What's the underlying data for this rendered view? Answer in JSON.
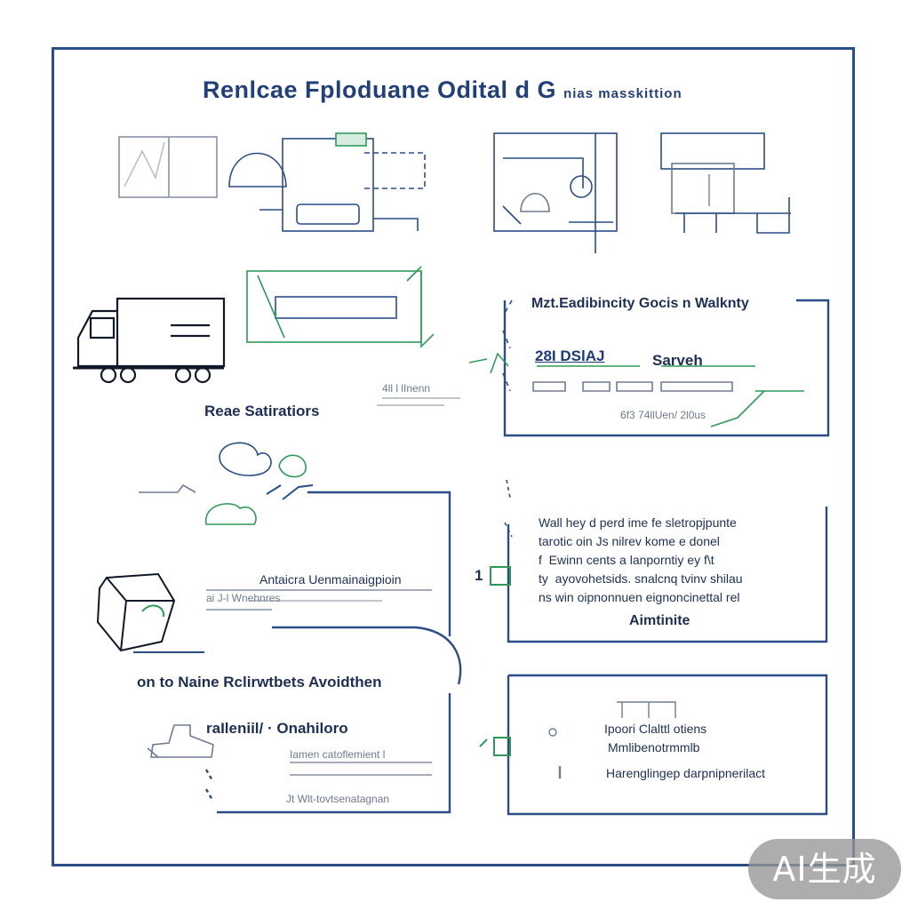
{
  "title": {
    "main": "Renlcae Fploduane Odital d G",
    "suffix": "nias masskittion"
  },
  "sections": {
    "rates_label": "Reae Satiratiors",
    "tiny_label_1": "4ll l lInenn",
    "top_right": {
      "heading": "Mzt.Eadibincity Gocis n Walknty",
      "code": "28I DSlAJ",
      "name": "Sarveh",
      "footer": "6f3 74llUen/ 2l0us"
    },
    "middle_left": {
      "line1": "Antaicra Uenmainaigpioin",
      "line2": "ai J-l Wnehnres"
    },
    "middle_right": {
      "paragraph": "Wall hey d perd ime fe sletropjpunte\ntarotic oin Js nilrev kome e donel\nf  Ewinn cents a lanporntiy ey f\\t\nty  ayovohetsids. snalcnq tvinv shilau\nns win oipnonnuen eignoncinettal rel",
      "caption": "Aimtinite"
    },
    "lower_left": {
      "banner": "on to Naine Rclirwtbets Avoidthen",
      "heading": "raIleniil/ · Onahiloro",
      "line1": "Iamen catoflemient l",
      "line2": "Jt  Wlt-tovtsenatagnan"
    },
    "lower_right": {
      "line1": "Ipoori Clalttl otiens",
      "line2": "Mmlibenotrmmlb",
      "line3": "Harenglingep darpnipnerilact"
    },
    "markers": {
      "step_1": "1"
    }
  },
  "colors": {
    "navy": "#2b4c86",
    "green": "#2f9a58",
    "gray": "#9aa3b2"
  },
  "watermark": "AI生成"
}
